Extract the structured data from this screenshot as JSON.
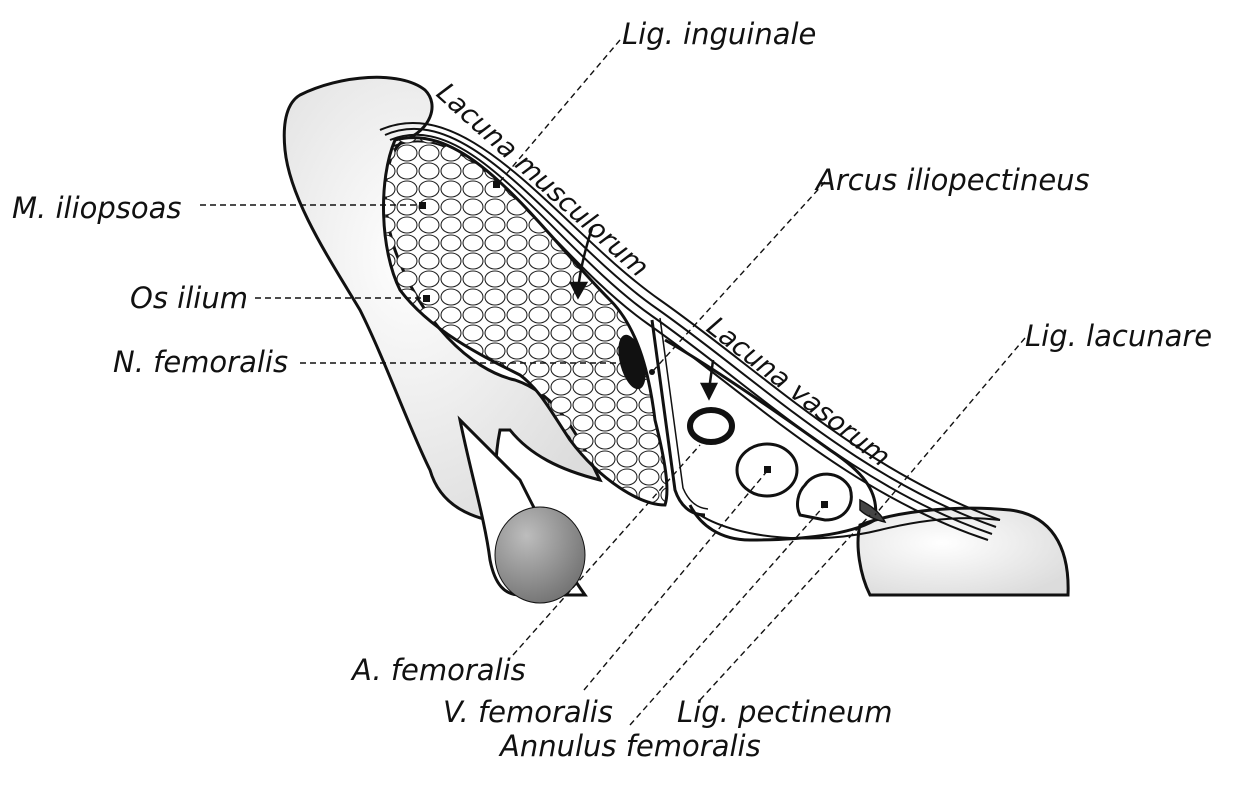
{
  "labels": {
    "lig_inguinale": "Lig. inguinale",
    "arcus_iliopectineus": "Arcus iliopectineus",
    "m_iliopsoas": "M. iliopsoas",
    "os_ilium": "Os ilium",
    "n_femoralis": "N. femoralis",
    "lig_lacunare": "Lig. lacunare",
    "a_femoralis": "A. femoralis",
    "v_femoralis": "V. femoralis",
    "lig_pectineum": "Lig. pectineum",
    "annulus_femoralis": "Annulus femoralis",
    "lacuna_musculorum": "Lacuna musculorum",
    "lacuna_vasorum": "Lacuna vasorum"
  },
  "colors": {
    "ink": "#111111",
    "bone_fill": "#ffffff",
    "shadow_fill": "#8a8a8a",
    "background": "#ffffff"
  }
}
